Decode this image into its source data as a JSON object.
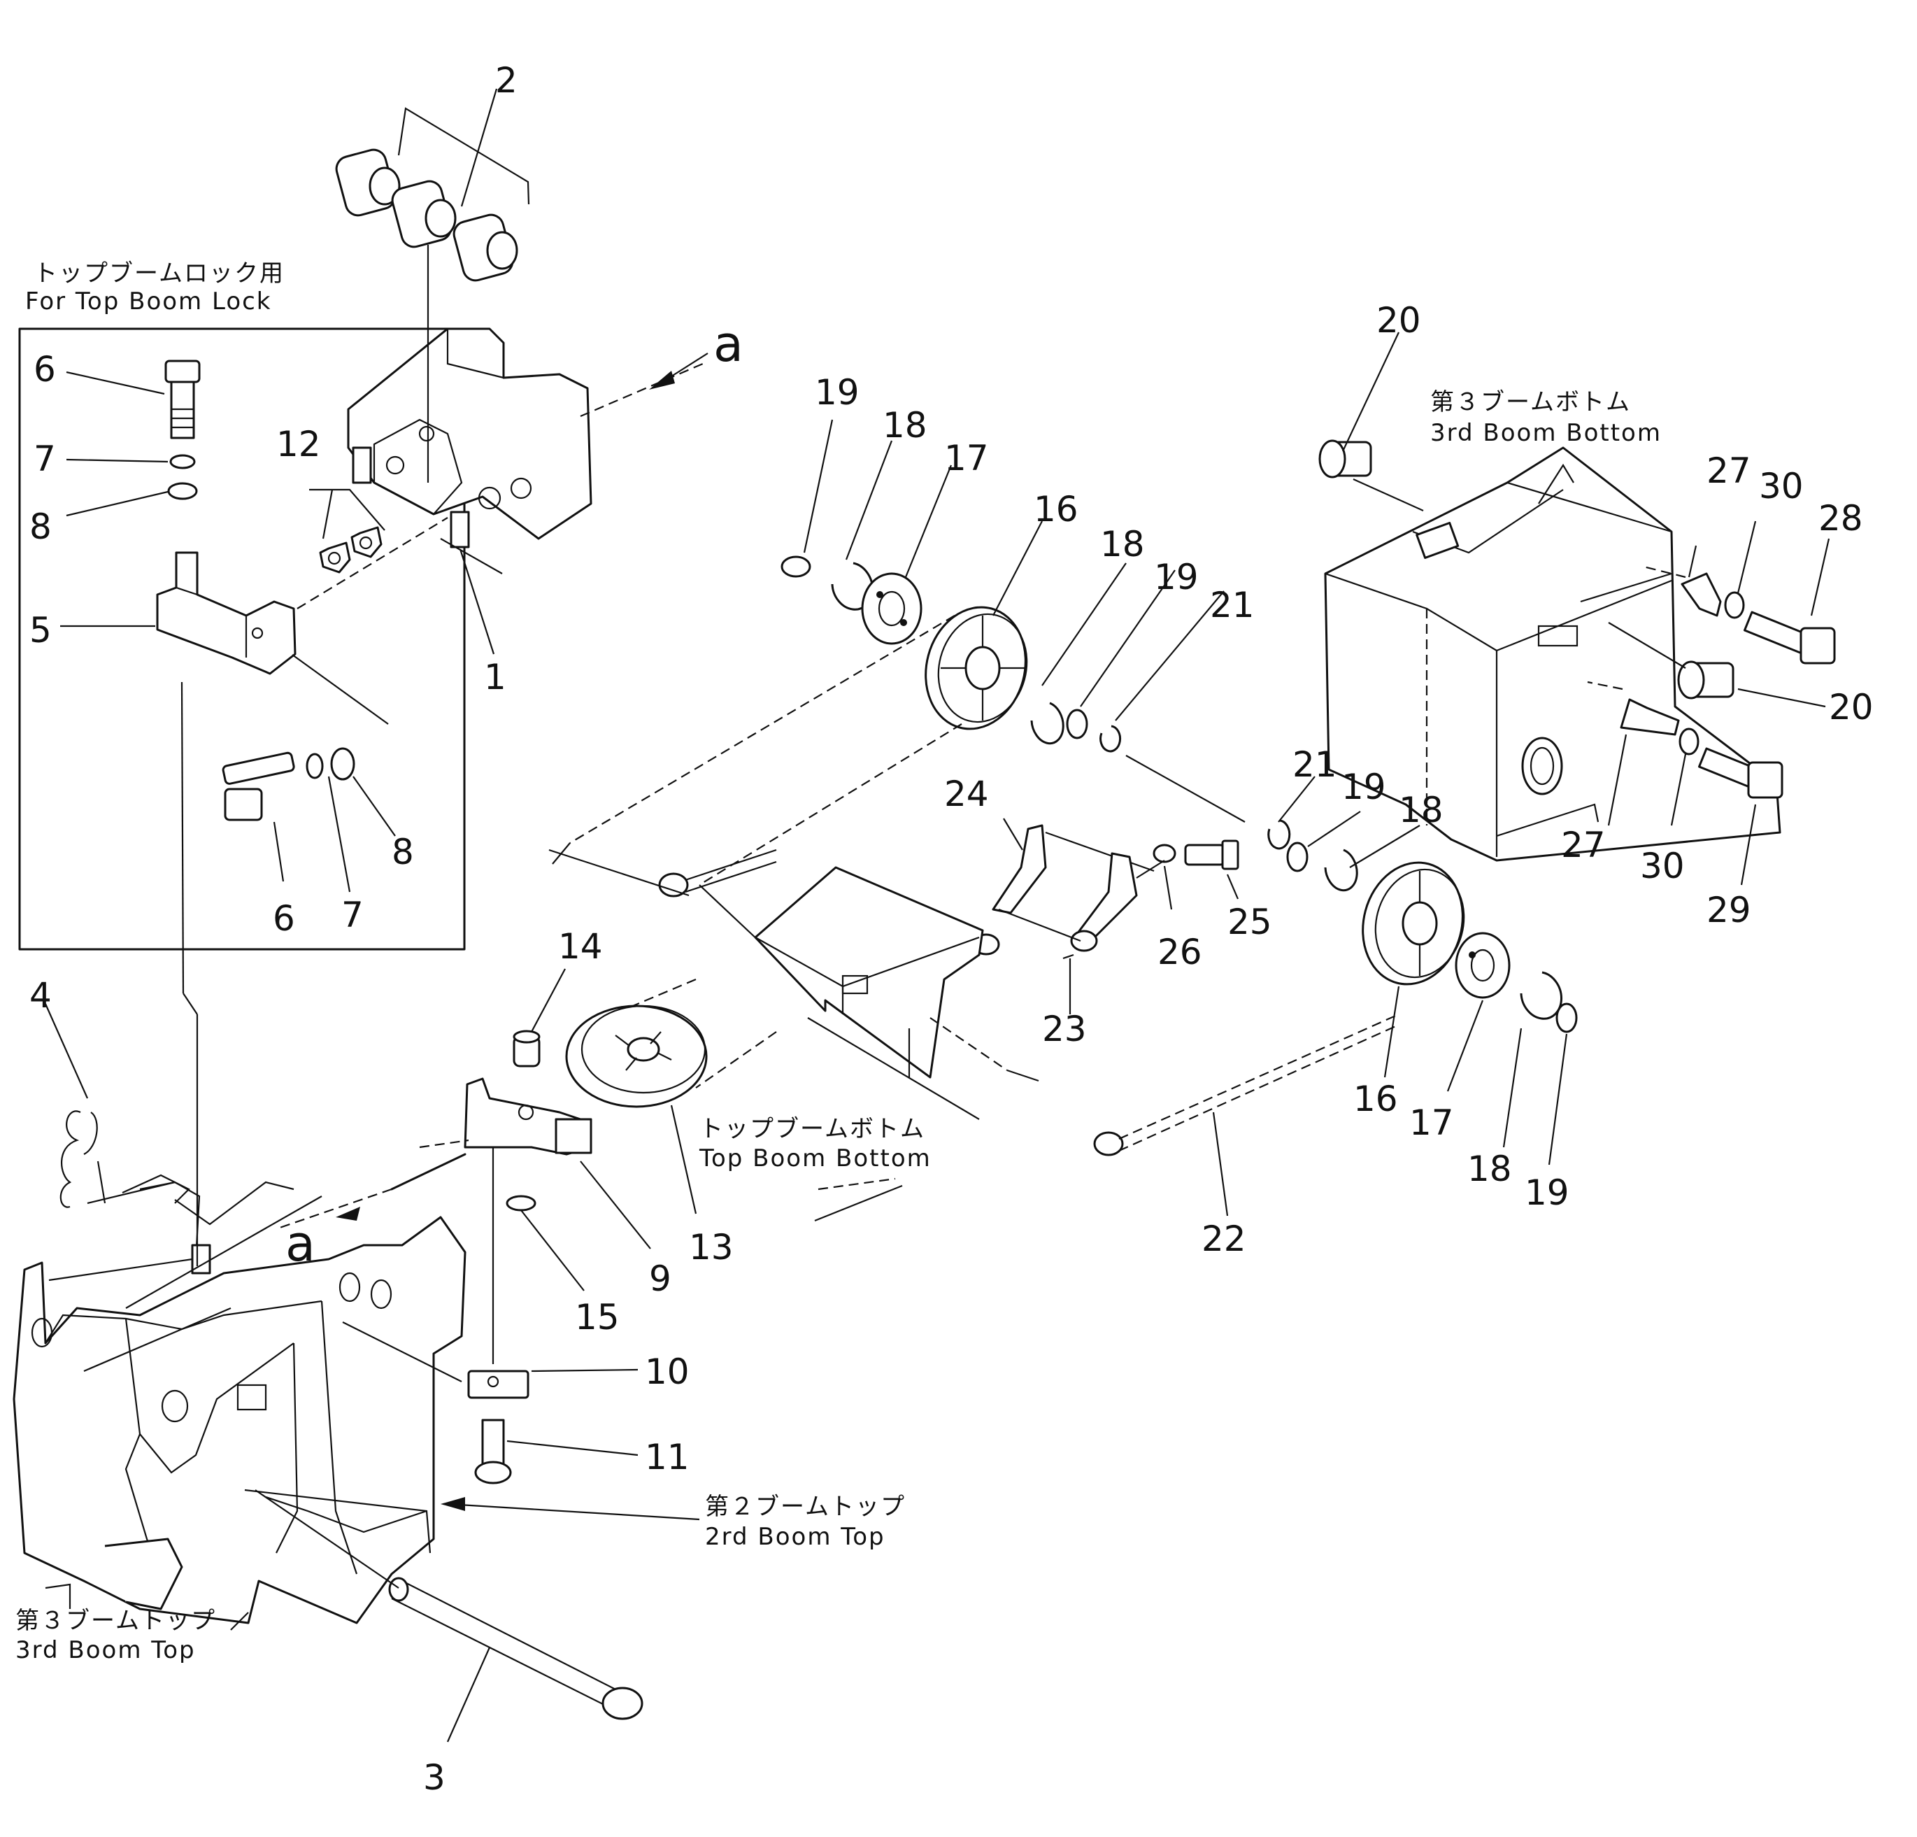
{
  "section_labels": {
    "top_boom_lock_jp": "トップブームロック用",
    "top_boom_lock_en": "For  Top  Boom  Lock",
    "third_boom_bottom_jp": "第３ブームボトム",
    "third_boom_bottom_en": "3rd  Boom  Bottom",
    "top_boom_bottom_jp": "トップブームボトム",
    "top_boom_bottom_en": "Top  Boom  Bottom",
    "second_boom_top_jp": "第２ブームトップ",
    "second_boom_top_en": "2rd  Boom  Top",
    "third_boom_top_jp": "第３ブームトップ",
    "third_boom_top_en": "3rd  Boom  Top"
  },
  "view_markers": {
    "a_upper": "a",
    "a_lower": "a"
  },
  "callouts": {
    "c1": "1",
    "c2": "2",
    "c3": "3",
    "c4": "4",
    "c5": "5",
    "c6a": "6",
    "c6b": "6",
    "c7a": "7",
    "c7b": "7",
    "c8a": "8",
    "c8b": "8",
    "c9": "9",
    "c10": "10",
    "c11": "11",
    "c12": "12",
    "c13": "13",
    "c14": "14",
    "c15": "15",
    "c16a": "16",
    "c16b": "16",
    "c17a": "17",
    "c17b": "17",
    "c18a": "18",
    "c18b": "18",
    "c18c": "18",
    "c18d": "18",
    "c19a": "19",
    "c19b": "19",
    "c19c": "19",
    "c19d": "19",
    "c20a": "20",
    "c20b": "20",
    "c21a": "21",
    "c21b": "21",
    "c22": "22",
    "c23": "23",
    "c24": "24",
    "c25": "25",
    "c26": "26",
    "c27a": "27",
    "c27b": "27",
    "c28": "28",
    "c29": "29",
    "c30a": "30",
    "c30b": "30"
  }
}
